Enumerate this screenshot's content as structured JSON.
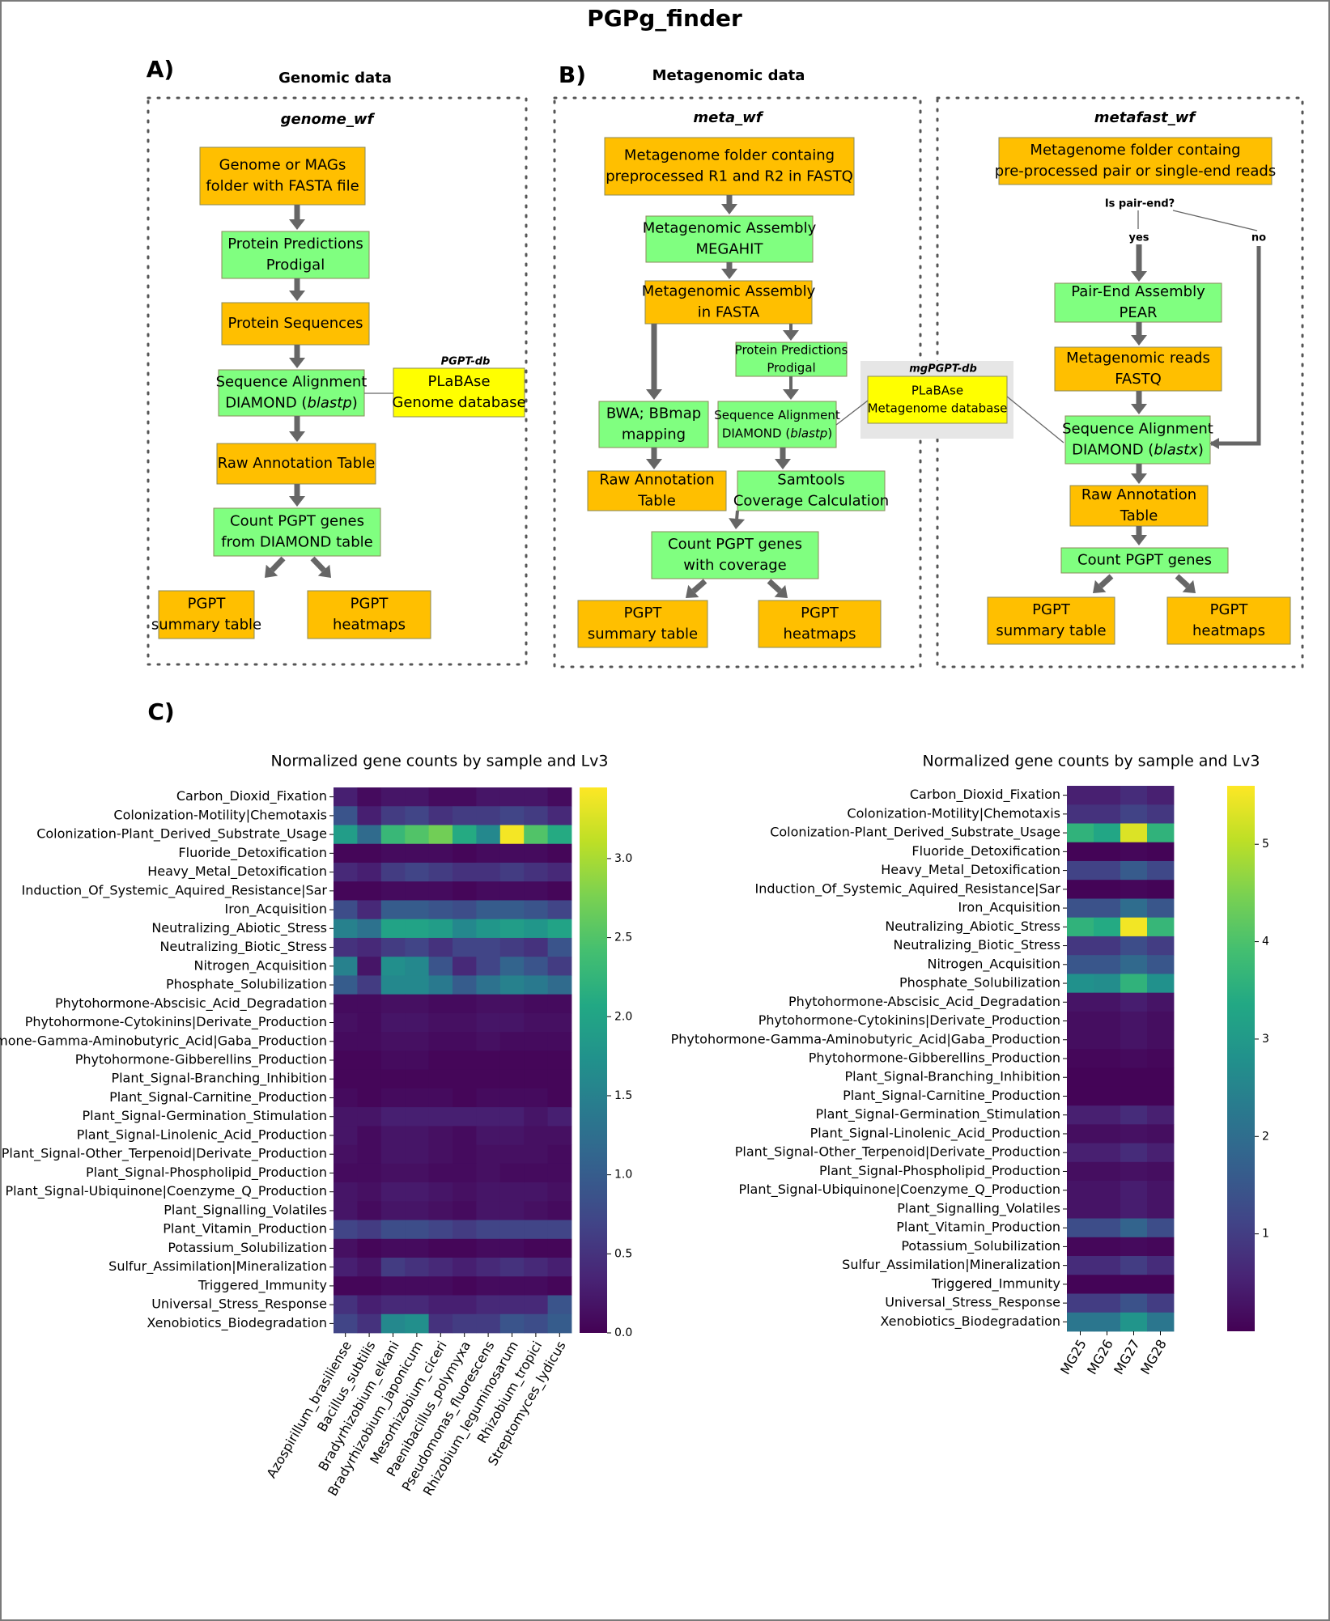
{
  "title": "PGPg_finder",
  "colors": {
    "process_box": "#ffbf00",
    "tool_box": "#80ff80",
    "db_box": "#ffff00",
    "arrow": "#666666",
    "box_border": "#8a8a5a",
    "panel_border": "#555555",
    "db_shade": "#e6e6e6"
  },
  "panelA": {
    "letter": "A)",
    "header": "Genomic data",
    "workflow": "genome_wf",
    "db_label": "PGPT-db",
    "boxes": {
      "input": [
        "Genome or MAGs",
        "folder with FASTA file"
      ],
      "pred": [
        "Protein Predictions",
        "Prodigal"
      ],
      "seqs": [
        "Protein Sequences"
      ],
      "align": [
        "Sequence Alignment",
        "DIAMOND (",
        "blastp",
        ")"
      ],
      "db": [
        "PLaBAse",
        "Genome database"
      ],
      "raw": [
        "Raw Annotation Table"
      ],
      "count": [
        "Count PGPT genes",
        "from DIAMOND table"
      ],
      "summary": [
        "PGPT",
        "summary table"
      ],
      "heat": [
        "PGPT",
        "heatmaps"
      ]
    }
  },
  "panelB": {
    "letter": "B)",
    "header": "Metagenomic data",
    "db_label": "mgPGPT-db",
    "db": [
      "PLaBAse",
      "Metagenome database"
    ],
    "meta_wf": {
      "name": "meta_wf",
      "input": [
        "Metagenome folder containg",
        "preprocessed R1 and R2 in FASTQ"
      ],
      "assembly": [
        "Metagenomic Assembly",
        "MEGAHIT"
      ],
      "fasta": [
        "Metagenomic Assembly",
        "in FASTA"
      ],
      "pred": [
        "Protein Predictions",
        "Prodigal"
      ],
      "bwa": [
        "BWA; BBmap",
        "mapping"
      ],
      "align": [
        "Sequence Alignment",
        "DIAMOND (",
        "blastp",
        ")"
      ],
      "raw": [
        "Raw Annotation",
        "Table"
      ],
      "samtools": [
        "Samtools",
        "Coverage Calculation"
      ],
      "count": [
        "Count PGPT genes",
        "with coverage"
      ],
      "summary": [
        "PGPT",
        "summary table"
      ],
      "heat": [
        "PGPT",
        "heatmaps"
      ]
    },
    "metafast_wf": {
      "name": "metafast_wf",
      "input": [
        "Metagenome folder containg",
        "pre-processed pair or single-end reads"
      ],
      "question": "Is pair-end?",
      "yes": "yes",
      "no": "no",
      "pear": [
        "Pair-End Assembly",
        "PEAR"
      ],
      "reads": [
        "Metagenomic reads",
        "FASTQ"
      ],
      "align": [
        "Sequence Alignment",
        "DIAMOND (",
        "blastx",
        ")"
      ],
      "raw": [
        "Raw Annotation",
        "Table"
      ],
      "count": [
        "Count PGPT genes"
      ],
      "summary": [
        "PGPT",
        "summary table"
      ],
      "heat": [
        "PGPT",
        "heatmaps"
      ]
    }
  },
  "panelC": {
    "letter": "C)"
  },
  "chart_data": [
    {
      "type": "heatmap",
      "title": "Normalized gene counts by sample and Lv3",
      "colormap": "viridis",
      "clim": [
        0,
        3.45
      ],
      "colorbar_ticks": [
        0.0,
        0.5,
        1.0,
        1.5,
        2.0,
        2.5,
        3.0
      ],
      "colorbar_tick_labels": [
        "0.0",
        "0.5",
        "1.0",
        "1.5",
        "2.0",
        "2.5",
        "3.0"
      ],
      "rows": [
        "Carbon_Dioxid_Fixation",
        "Colonization-Motility|Chemotaxis",
        "Colonization-Plant_Derived_Substrate_Usage",
        "Fluoride_Detoxification",
        "Heavy_Metal_Detoxification",
        "Induction_Of_Systemic_Aquired_Resistance|Sar",
        "Iron_Acquisition",
        "Neutralizing_Abiotic_Stress",
        "Neutralizing_Biotic_Stress",
        "Nitrogen_Acquisition",
        "Phosphate_Solubilization",
        "Phytohormone-Abscisic_Acid_Degradation",
        "Phytohormone-Cytokinins|Derivate_Production",
        "Phytohormone-Gamma-Aminobutyric_Acid|Gaba_Production",
        "Phytohormone-Gibberellins_Production",
        "Plant_Signal-Branching_Inhibition",
        "Plant_Signal-Carnitine_Production",
        "Plant_Signal-Germination_Stimulation",
        "Plant_Signal-Linolenic_Acid_Production",
        "Plant_Signal-Other_Terpenoid|Derivate_Production",
        "Plant_Signal-Phospholipid_Production",
        "Plant_Signal-Ubiquinone|Coenzyme_Q_Production",
        "Plant_Signalling_Volatiles",
        "Plant_Vitamin_Production",
        "Potassium_Solubilization",
        "Sulfur_Assimilation|Mineralization",
        "Triggered_Immunity",
        "Universal_Stress_Response",
        "Xenobiotics_Biodegradation"
      ],
      "row_labels": [
        "Carbon_Dioxid_Fixation",
        "Colonization-Motility|Chemotaxis",
        "Colonization-Plant_Derived_Substrate_Usage",
        "Fluoride_Detoxification",
        "Heavy_Metal_Detoxification",
        "Induction_Of_Systemic_Aquired_Resistance|Sar",
        "Iron_Acquisition",
        "Neutralizing_Abiotic_Stress",
        "Neutralizing_Biotic_Stress",
        "Nitrogen_Acquisition",
        "Phosphate_Solubilization",
        "Phytohormone-Abscisic_Acid_Degradation",
        "Phytohormone-Cytokinins|Derivate_Production",
        "mone-Gamma-Aminobutyric_Acid|Gaba_Production",
        "Phytohormone-Gibberellins_Production",
        "Plant_Signal-Branching_Inhibition",
        "Plant_Signal-Carnitine_Production",
        "Plant_Signal-Germination_Stimulation",
        "Plant_Signal-Linolenic_Acid_Production",
        "Plant_Signal-Other_Terpenoid|Derivate_Production",
        "Plant_Signal-Phospholipid_Production",
        "Plant_Signal-Ubiquinone|Coenzyme_Q_Production",
        "Plant_Signalling_Volatiles",
        "Plant_Vitamin_Production",
        "Potassium_Solubilization",
        "Sulfur_Assimilation|Mineralization",
        "Triggered_Immunity",
        "Universal_Stress_Response",
        "Xenobiotics_Biodegradation"
      ],
      "columns": [
        "Azospirillum_brasiliense",
        "Bacillus_subtilis",
        "Bradyrhizobium_elkani",
        "Bradyrhizobium_japonicum",
        "Mesorhizobium_ciceri",
        "Paenibacillus_polymyxa",
        "Pseudomonas_fluorescens",
        "Rhizobium_leguminosarum",
        "Rhizobium_tropici",
        "Streptomyces_lydicus"
      ],
      "values": [
        [
          0.3,
          0.1,
          0.2,
          0.2,
          0.1,
          0.1,
          0.2,
          0.2,
          0.2,
          0.1
        ],
        [
          0.9,
          0.3,
          0.6,
          0.7,
          0.5,
          0.6,
          0.6,
          0.7,
          0.6,
          0.4
        ],
        [
          1.9,
          1.2,
          2.3,
          2.5,
          2.7,
          2.1,
          1.6,
          3.4,
          2.5,
          2.1
        ],
        [
          0.05,
          0.05,
          0.1,
          0.1,
          0.1,
          0.05,
          0.1,
          0.1,
          0.1,
          0.05
        ],
        [
          0.4,
          0.3,
          0.6,
          0.7,
          0.6,
          0.5,
          0.5,
          0.6,
          0.5,
          0.4
        ],
        [
          0.05,
          0.05,
          0.1,
          0.1,
          0.1,
          0.05,
          0.1,
          0.1,
          0.1,
          0.05
        ],
        [
          0.8,
          0.4,
          1.0,
          1.0,
          0.9,
          0.8,
          1.0,
          1.0,
          0.9,
          0.7
        ],
        [
          1.5,
          1.3,
          2.0,
          2.0,
          1.9,
          1.6,
          1.8,
          1.9,
          1.8,
          2.0
        ],
        [
          0.5,
          0.4,
          0.6,
          0.7,
          0.5,
          0.7,
          0.7,
          0.6,
          0.5,
          0.9
        ],
        [
          1.5,
          0.2,
          1.7,
          1.6,
          0.9,
          0.4,
          0.7,
          1.1,
          0.9,
          0.6
        ],
        [
          1.0,
          0.6,
          1.6,
          1.6,
          1.4,
          1.0,
          1.3,
          1.5,
          1.4,
          1.2
        ],
        [
          0.1,
          0.1,
          0.15,
          0.15,
          0.1,
          0.1,
          0.15,
          0.15,
          0.1,
          0.1
        ],
        [
          0.15,
          0.1,
          0.2,
          0.2,
          0.15,
          0.15,
          0.2,
          0.2,
          0.15,
          0.15
        ],
        [
          0.1,
          0.1,
          0.15,
          0.15,
          0.1,
          0.1,
          0.15,
          0.1,
          0.1,
          0.1
        ],
        [
          0.05,
          0.05,
          0.1,
          0.1,
          0.05,
          0.05,
          0.05,
          0.05,
          0.05,
          0.05
        ],
        [
          0.05,
          0.05,
          0.05,
          0.05,
          0.05,
          0.05,
          0.05,
          0.05,
          0.05,
          0.05
        ],
        [
          0.1,
          0.05,
          0.1,
          0.1,
          0.1,
          0.05,
          0.1,
          0.1,
          0.1,
          0.05
        ],
        [
          0.2,
          0.2,
          0.3,
          0.3,
          0.3,
          0.3,
          0.3,
          0.3,
          0.2,
          0.3
        ],
        [
          0.2,
          0.1,
          0.2,
          0.2,
          0.15,
          0.1,
          0.2,
          0.2,
          0.15,
          0.15
        ],
        [
          0.15,
          0.1,
          0.2,
          0.2,
          0.15,
          0.1,
          0.15,
          0.15,
          0.15,
          0.1
        ],
        [
          0.1,
          0.1,
          0.15,
          0.15,
          0.1,
          0.1,
          0.15,
          0.1,
          0.1,
          0.1
        ],
        [
          0.2,
          0.15,
          0.25,
          0.25,
          0.2,
          0.15,
          0.2,
          0.2,
          0.2,
          0.15
        ],
        [
          0.2,
          0.1,
          0.2,
          0.2,
          0.15,
          0.1,
          0.2,
          0.2,
          0.15,
          0.1
        ],
        [
          0.7,
          0.6,
          0.8,
          0.8,
          0.7,
          0.6,
          0.7,
          0.7,
          0.7,
          0.7
        ],
        [
          0.15,
          0.05,
          0.1,
          0.1,
          0.05,
          0.05,
          0.1,
          0.1,
          0.05,
          0.05
        ],
        [
          0.3,
          0.2,
          0.6,
          0.5,
          0.4,
          0.3,
          0.4,
          0.5,
          0.4,
          0.3
        ],
        [
          0.05,
          0.05,
          0.1,
          0.1,
          0.1,
          0.05,
          0.1,
          0.1,
          0.1,
          0.05
        ],
        [
          0.5,
          0.3,
          0.4,
          0.4,
          0.3,
          0.3,
          0.4,
          0.4,
          0.4,
          0.9
        ],
        [
          0.7,
          0.5,
          1.6,
          1.7,
          0.5,
          0.6,
          0.6,
          0.9,
          0.8,
          1.0
        ]
      ]
    },
    {
      "type": "heatmap",
      "title": "Normalized gene counts by sample and Lv3",
      "colormap": "viridis",
      "clim": [
        0,
        5.6
      ],
      "colorbar_ticks": [
        1,
        2,
        3,
        4,
        5
      ],
      "colorbar_tick_labels": [
        "1",
        "2",
        "3",
        "4",
        "5"
      ],
      "rows": [
        "Carbon_Dioxid_Fixation",
        "Colonization-Motility|Chemotaxis",
        "Colonization-Plant_Derived_Substrate_Usage",
        "Fluoride_Detoxification",
        "Heavy_Metal_Detoxification",
        "Induction_Of_Systemic_Aquired_Resistance|Sar",
        "Iron_Acquisition",
        "Neutralizing_Abiotic_Stress",
        "Neutralizing_Biotic_Stress",
        "Nitrogen_Acquisition",
        "Phosphate_Solubilization",
        "Phytohormone-Abscisic_Acid_Degradation",
        "Phytohormone-Cytokinins|Derivate_Production",
        "Phytohormone-Gamma-Aminobutyric_Acid|Gaba_Production",
        "Phytohormone-Gibberellins_Production",
        "Plant_Signal-Branching_Inhibition",
        "Plant_Signal-Carnitine_Production",
        "Plant_Signal-Germination_Stimulation",
        "Plant_Signal-Linolenic_Acid_Production",
        "Plant_Signal-Other_Terpenoid|Derivate_Production",
        "Plant_Signal-Phospholipid_Production",
        "Plant_Signal-Ubiquinone|Coenzyme_Q_Production",
        "Plant_Signalling_Volatiles",
        "Plant_Vitamin_Production",
        "Potassium_Solubilization",
        "Sulfur_Assimilation|Mineralization",
        "Triggered_Immunity",
        "Universal_Stress_Response",
        "Xenobiotics_Biodegradation"
      ],
      "row_labels": [
        "Carbon_Dioxid_Fixation",
        "Colonization-Motility|Chemotaxis",
        "Colonization-Plant_Derived_Substrate_Usage",
        "Fluoride_Detoxification",
        "Heavy_Metal_Detoxification",
        "Induction_Of_Systemic_Aquired_Resistance|Sar",
        "Iron_Acquisition",
        "Neutralizing_Abiotic_Stress",
        "Neutralizing_Biotic_Stress",
        "Nitrogen_Acquisition",
        "Phosphate_Solubilization",
        "Phytohormone-Abscisic_Acid_Degradation",
        "Phytohormone-Cytokinins|Derivate_Production",
        "Phytohormone-Gamma-Aminobutyric_Acid|Gaba_Production",
        "Phytohormone-Gibberellins_Production",
        "Plant_Signal-Branching_Inhibition",
        "Plant_Signal-Carnitine_Production",
        "Plant_Signal-Germination_Stimulation",
        "Plant_Signal-Linolenic_Acid_Production",
        "Plant_Signal-Other_Terpenoid|Derivate_Production",
        "Plant_Signal-Phospholipid_Production",
        "Plant_Signal-Ubiquinone|Coenzyme_Q_Production",
        "Plant_Signalling_Volatiles",
        "Plant_Vitamin_Production",
        "Potassium_Solubilization",
        "Sulfur_Assimilation|Mineralization",
        "Triggered_Immunity",
        "Universal_Stress_Response",
        "Xenobiotics_Biodegradation"
      ],
      "columns": [
        "MG25",
        "MG26",
        "MG27",
        "MG28"
      ],
      "values": [
        [
          0.5,
          0.5,
          0.7,
          0.5
        ],
        [
          0.8,
          0.8,
          1.1,
          0.9
        ],
        [
          3.6,
          3.3,
          5.3,
          3.6
        ],
        [
          0.05,
          0.05,
          0.1,
          0.05
        ],
        [
          1.1,
          1.1,
          1.6,
          1.2
        ],
        [
          0.05,
          0.05,
          0.1,
          0.05
        ],
        [
          1.4,
          1.4,
          2.0,
          1.5
        ],
        [
          3.6,
          3.4,
          5.5,
          3.7
        ],
        [
          0.9,
          0.9,
          1.3,
          1.0
        ],
        [
          1.5,
          1.5,
          1.9,
          1.5
        ],
        [
          2.8,
          2.7,
          3.6,
          2.8
        ],
        [
          0.3,
          0.3,
          0.45,
          0.3
        ],
        [
          0.2,
          0.2,
          0.3,
          0.2
        ],
        [
          0.2,
          0.2,
          0.3,
          0.2
        ],
        [
          0.1,
          0.1,
          0.15,
          0.1
        ],
        [
          0.05,
          0.05,
          0.05,
          0.05
        ],
        [
          0.05,
          0.05,
          0.05,
          0.05
        ],
        [
          0.5,
          0.5,
          0.7,
          0.5
        ],
        [
          0.2,
          0.2,
          0.25,
          0.2
        ],
        [
          0.5,
          0.5,
          0.7,
          0.5
        ],
        [
          0.2,
          0.2,
          0.25,
          0.2
        ],
        [
          0.3,
          0.3,
          0.45,
          0.3
        ],
        [
          0.3,
          0.3,
          0.45,
          0.3
        ],
        [
          1.3,
          1.3,
          1.8,
          1.3
        ],
        [
          0.1,
          0.1,
          0.15,
          0.1
        ],
        [
          0.7,
          0.7,
          1.0,
          0.7
        ],
        [
          0.05,
          0.05,
          0.05,
          0.05
        ],
        [
          1.0,
          1.0,
          1.4,
          1.0
        ],
        [
          2.2,
          2.2,
          2.9,
          2.2
        ]
      ]
    }
  ]
}
